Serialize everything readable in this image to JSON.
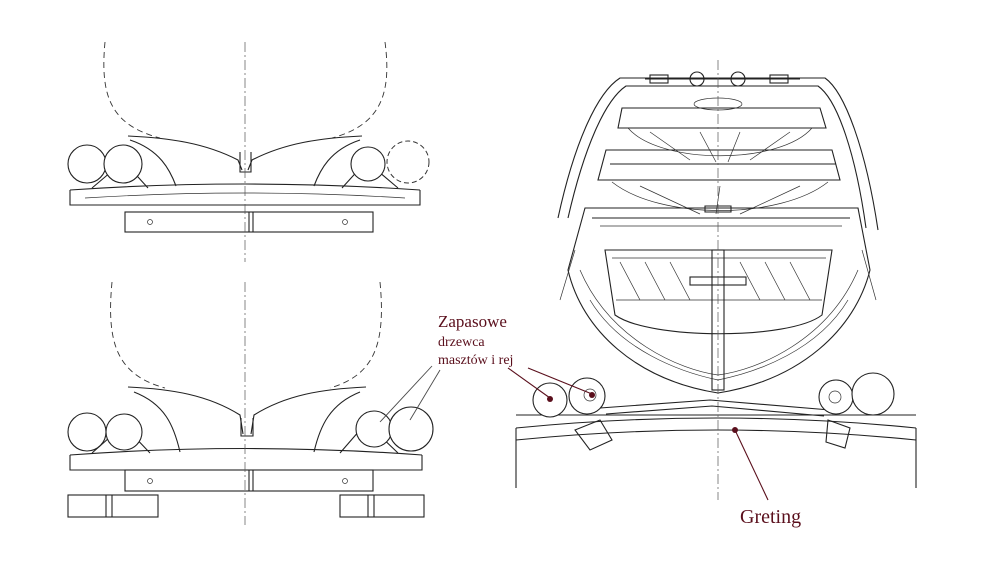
{
  "labels": {
    "spare_spars": {
      "line1": "Zapasowe",
      "line2": "drzewca",
      "line3": "masztów i rej"
    },
    "grating": "Greting"
  },
  "colors": {
    "label": "#5a0f1c",
    "line": "#222222",
    "background": "#ffffff"
  }
}
